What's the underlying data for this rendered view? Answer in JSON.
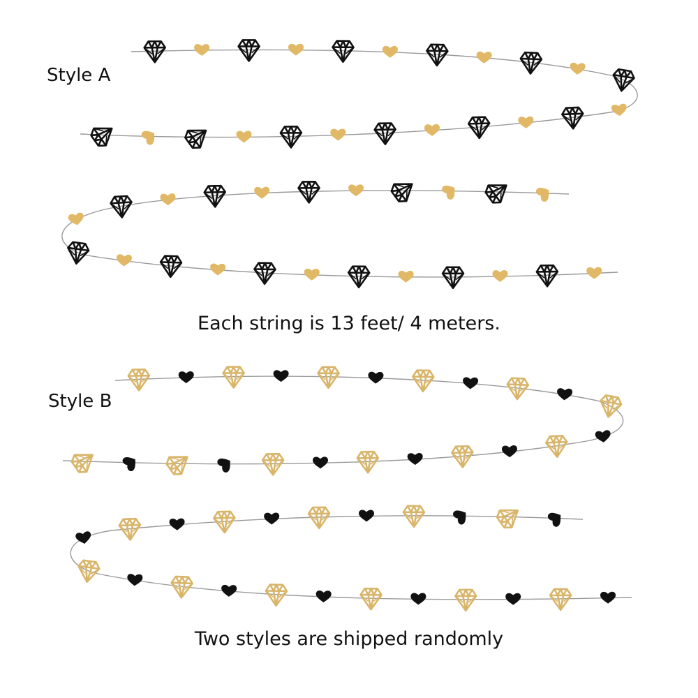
{
  "style_a": {
    "label": "Style A",
    "diamond_color": "#111111",
    "heart_color": "#e0b866",
    "caption": "Each string is 13 feet/ 4 meters."
  },
  "style_b": {
    "label": "Style B",
    "diamond_color": "#d9b56a",
    "heart_color": "#111111",
    "caption": "Two styles are shipped randomly"
  },
  "string_color": "#9a9a9a"
}
